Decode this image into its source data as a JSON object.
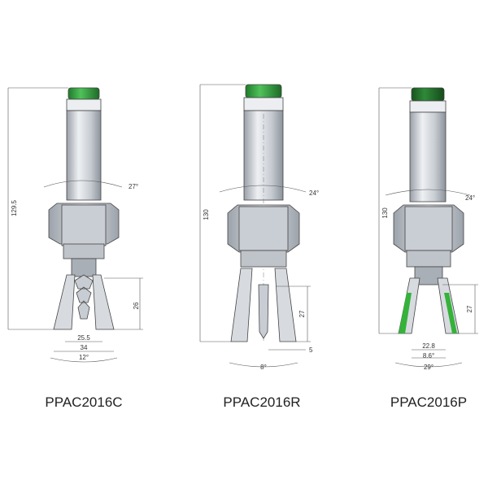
{
  "colors": {
    "cap_green": "#2e9e3a",
    "cap_dark_green": "#1f6b28",
    "finger_green": "#35b23a",
    "metal_light": "#e3e6ea",
    "metal_mid": "#b9bec5",
    "metal_dark": "#8a9098",
    "bolt": "#2f3a44",
    "dim_line": "#555555",
    "text": "#222222"
  },
  "grippers": [
    {
      "model": "PPAC2016C",
      "height": "129.5",
      "angle_top": "27°",
      "tooth_len": "26",
      "width_inner": "25.5",
      "width_outer": "34",
      "angle_bottom": "12°"
    },
    {
      "model": "PPAC2016R",
      "height": "130",
      "angle_top": "24°",
      "tooth_len": "27",
      "tip_width": "5",
      "angle_bottom": "8°"
    },
    {
      "model": "PPAC2016P",
      "height": "130",
      "angle_top": "24°",
      "tooth_len": "27",
      "width_inner": "22.8",
      "width_outer": "8.6°",
      "angle_bottom": "29°"
    }
  ],
  "icons": [
    "green-cap-icon",
    "bolt-icon"
  ]
}
